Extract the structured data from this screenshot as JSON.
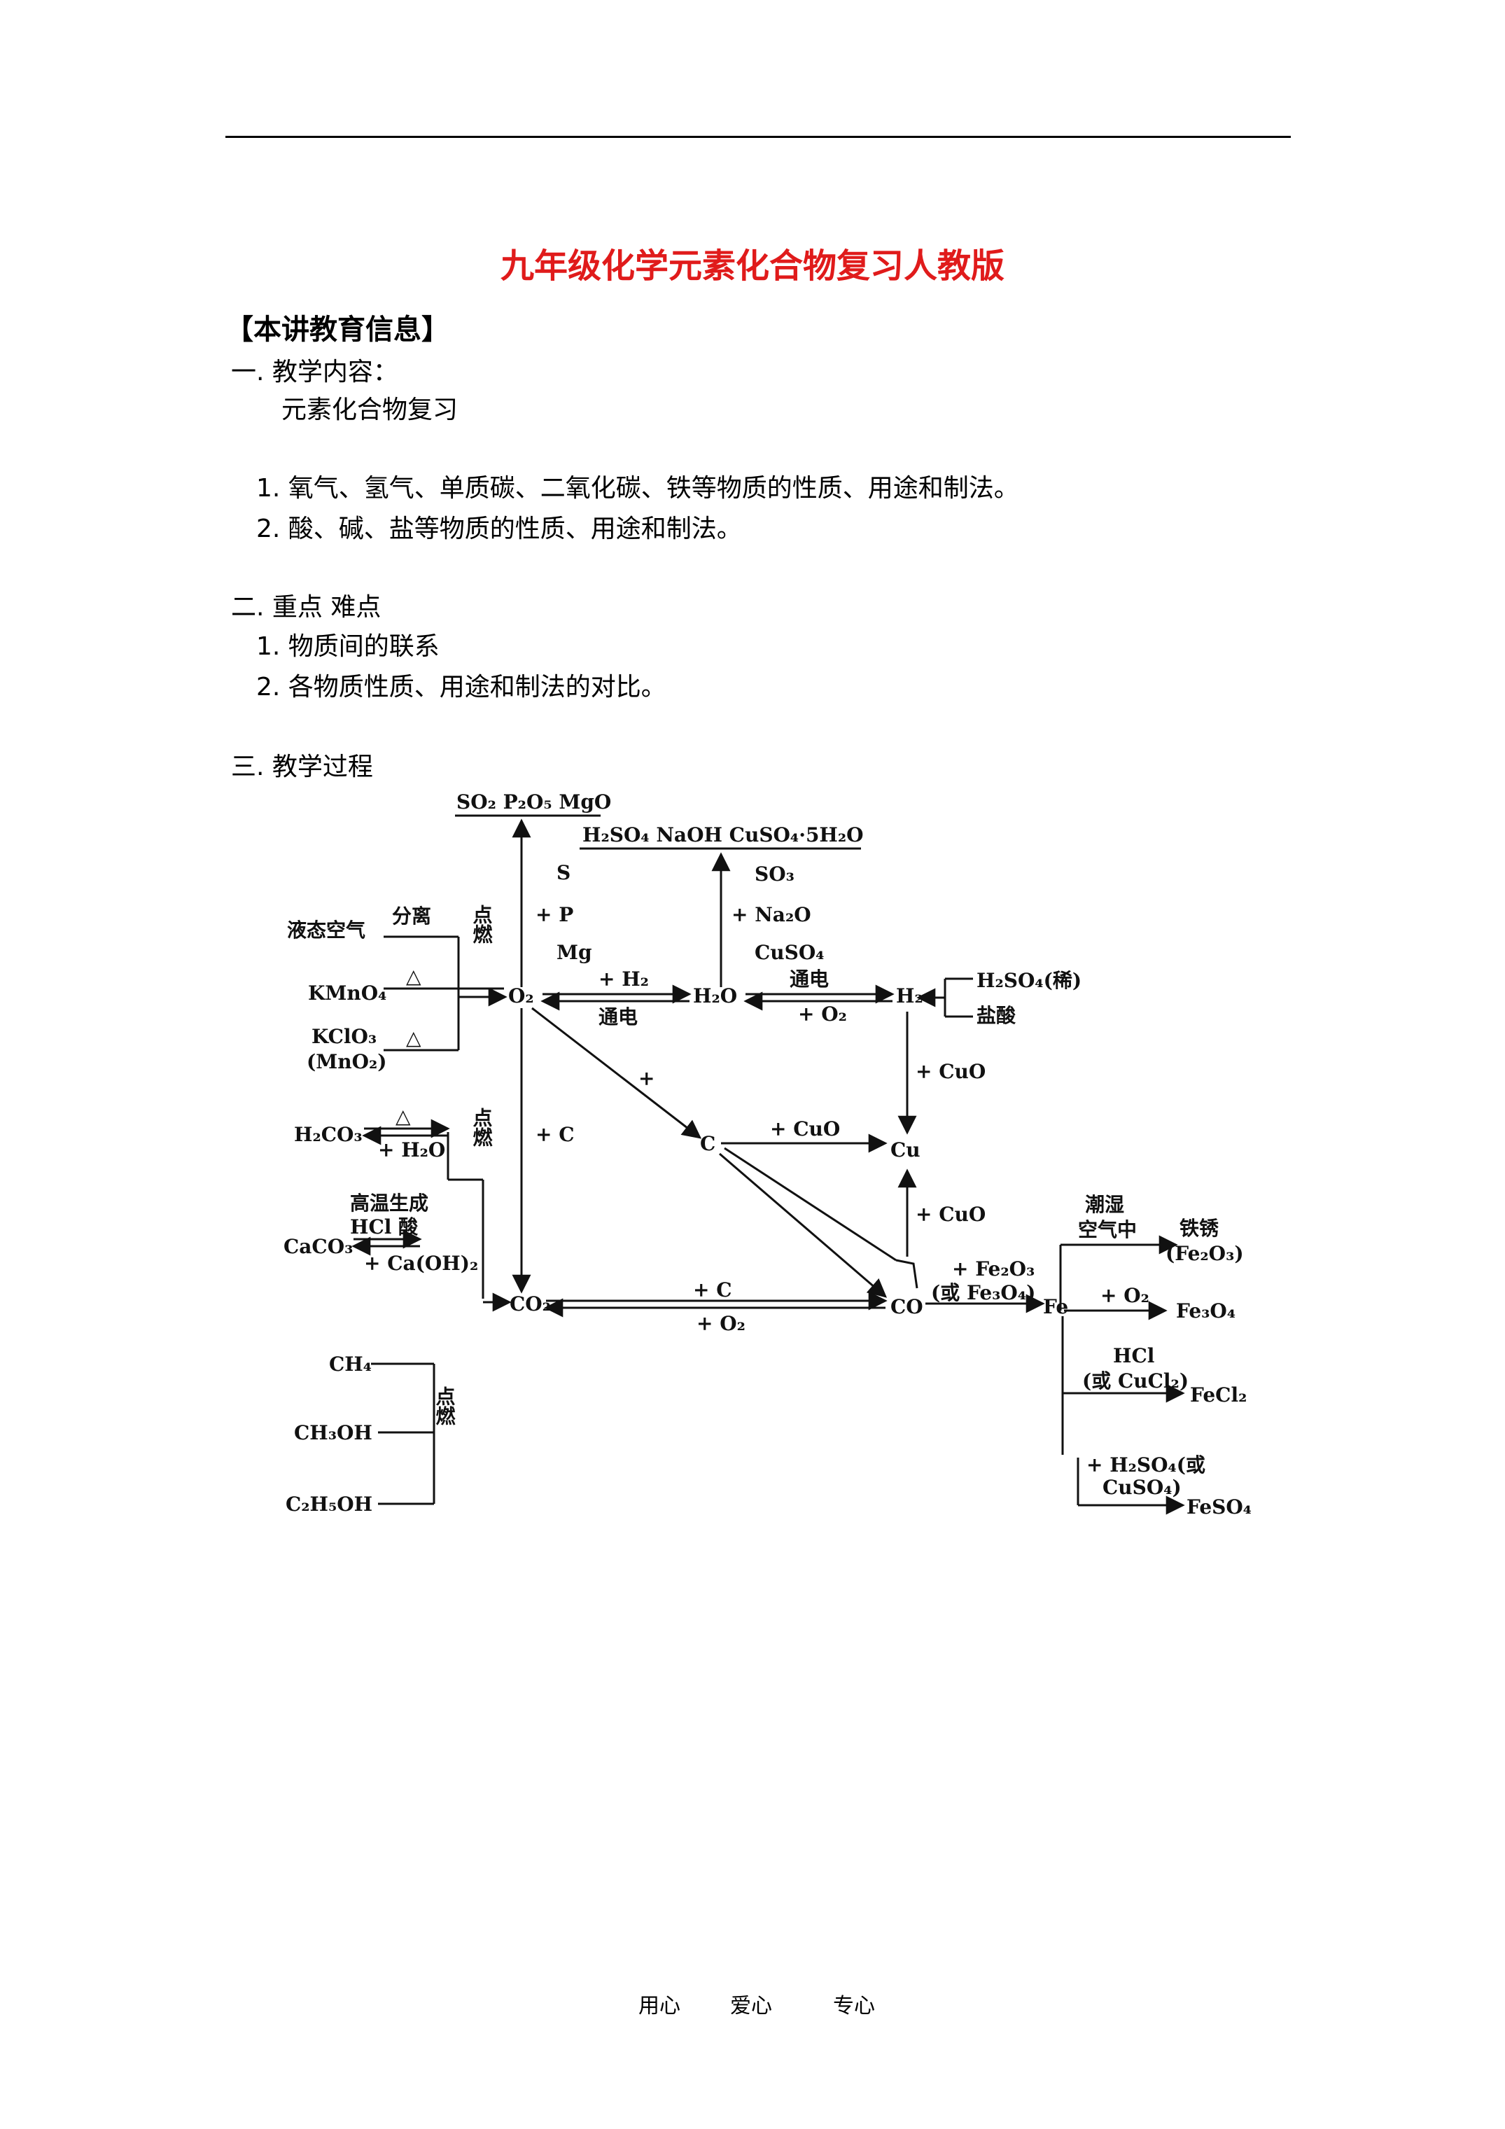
{
  "title": "九年级化学元素化合物复习人教版",
  "info_header": "【本讲教育信息】",
  "section1": {
    "heading": "一. 教学内容：",
    "subtitle": "元素化合物复习",
    "items": [
      "1. 氧气、氢气、单质碳、二氧化碳、铁等物质的性质、用途和制法。",
      "2. 酸、碱、盐等物质的性质、用途和制法。"
    ]
  },
  "section2": {
    "heading": "二. 重点 难点",
    "items": [
      "1. 物质间的联系",
      "2. 各物质性质、用途和制法的对比。"
    ]
  },
  "section3": {
    "heading": "三. 教学过程"
  },
  "diagram": {
    "top_products": "SO₂ P₂O₅ MgO",
    "acid_products": "H₂SO₄ NaOH CuSO₄·5H₂O",
    "burn": "点燃",
    "s": "S",
    "plus_p": "+ P",
    "mg": "Mg",
    "so3": "SO₃",
    "plus_na2o": "+ Na₂O",
    "cuso4": "CuSO₄",
    "liquid_air": "液态空气",
    "separate": "分离",
    "kmno4": "KMnO₄",
    "delta": "△",
    "kclo3": "KClO₃",
    "mno2": "(MnO₂)",
    "o2": "O₂",
    "plus_h2": "+ H₂",
    "electrolysis": "通电",
    "h2o": "H₂O",
    "plus_o2": "+ O₂",
    "h2": "H₂",
    "h2so4_dilute": "H₂SO₄(稀)",
    "hcl_acid": "盐酸",
    "plus_cuo": "+ CuO",
    "plus": "+",
    "plus_c": "+ C",
    "c": "C",
    "cu": "Cu",
    "h2co3": "H₂CO₃",
    "plus_h2o": "+ H₂O",
    "high_temp": "高温生成",
    "hcl_suan": "HCl 酸",
    "caco3": "CaCO₃",
    "plus_caoh2": "+ Ca(OH)₂",
    "co2": "CO₂",
    "co": "CO",
    "plus_fe2o3": "+ Fe₂O₃",
    "or_fe3o4": "(或 Fe₃O₄)",
    "fe": "Fe",
    "moist": "潮湿",
    "in_air": "空气中",
    "rust": "铁锈",
    "fe2o3": "(Fe₂O₃)",
    "fe3o4": "Fe₃O₄",
    "hcl": "HCl",
    "or_cucl2": "(或 CuCl₂)",
    "fecl2": "FeCl₂",
    "plus_h2so4_or": "+ H₂SO₄(或",
    "cuso4_close": "CuSO₄)",
    "feso4": "FeSO₄",
    "ch4": "CH₄",
    "ch3oh": "CH₃OH",
    "c2h5oh": "C₂H₅OH"
  },
  "footer": {
    "a": "用心",
    "b": "爱心",
    "c": "专心"
  }
}
